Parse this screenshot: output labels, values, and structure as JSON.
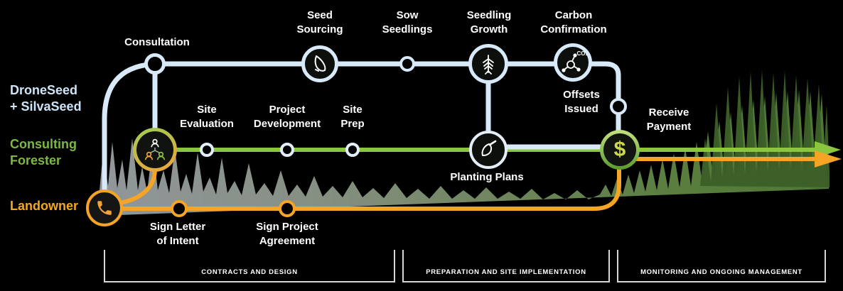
{
  "colors": {
    "background": "#000000",
    "blue_line": "#d8eaf9",
    "green_line": "#8cc63e",
    "orange_line": "#f5a425",
    "lane_blue": "#cde5f8",
    "lane_green": "#7cb942",
    "lane_orange": "#f5a81c",
    "label_white": "#ffffff"
  },
  "lanes": {
    "droneseed": {
      "line1": "DroneSeed",
      "line2": "+ SilvaSeed"
    },
    "forester": {
      "line1": "Consulting",
      "line2": "Forester"
    },
    "landowner": {
      "line1": "Landowner"
    }
  },
  "steps": {
    "consultation": {
      "label": "Consultation"
    },
    "seed_sourcing": {
      "line1": "Seed",
      "line2": "Sourcing"
    },
    "sow_seedlings": {
      "line1": "Sow",
      "line2": "Seedlings"
    },
    "seedling_growth": {
      "line1": "Seedling",
      "line2": "Growth"
    },
    "carbon_confirmation": {
      "line1": "Carbon",
      "line2": "Confirmation"
    },
    "site_evaluation": {
      "line1": "Site",
      "line2": "Evaluation"
    },
    "project_development": {
      "line1": "Project",
      "line2": "Development"
    },
    "site_prep": {
      "line1": "Site",
      "line2": "Prep"
    },
    "planting_plans": {
      "label": "Planting Plans"
    },
    "offsets_issued": {
      "line1": "Offsets",
      "line2": "Issued"
    },
    "receive_payment": {
      "line1": "Receive",
      "line2": "Payment"
    },
    "sign_letter_of_intent": {
      "line1": "Sign Letter",
      "line2": "of Intent"
    },
    "sign_project_agreement": {
      "line1": "Sign Project",
      "line2": "Agreement"
    }
  },
  "icons": {
    "dollar": "$",
    "co2": "CO₂",
    "phone": "phone-receiver",
    "team": "three-people-org-chart",
    "seed": "seed-outline",
    "seedling": "conifer-sprig",
    "trowel": "planting-trowel"
  },
  "phases": {
    "phase1": "CONTRACTS AND DESIGN",
    "phase2": "PREPARATION AND SITE IMPLEMENTATION",
    "phase3": "MONITORING AND ONGOING MANAGEMENT"
  }
}
